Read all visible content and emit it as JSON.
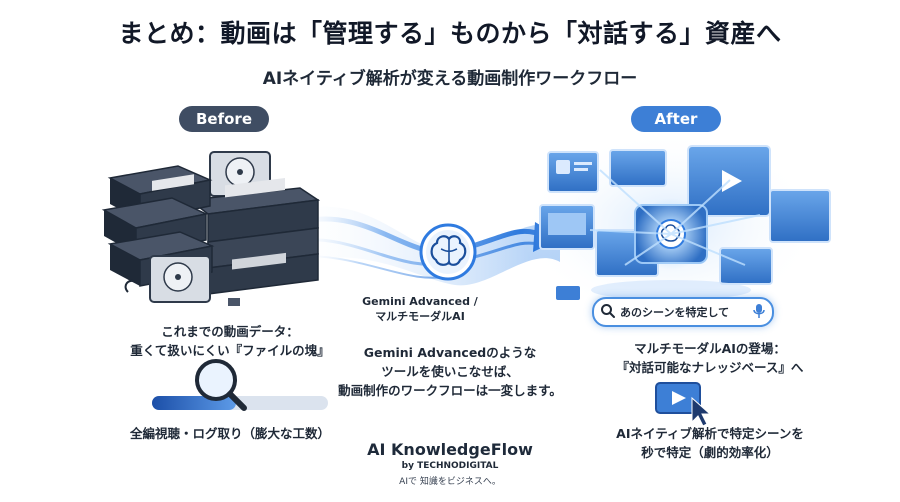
{
  "header": {
    "title": "まとめ：動画は「管理する」ものから「対話する」資産へ",
    "subtitle": "AIネイティブ解析が変える動画制作ワークフロー"
  },
  "before": {
    "label": "Before",
    "caption_lines": [
      "これまでの動画データ：",
      "重くて扱いにくい『ファイルの塊』"
    ],
    "effort_caption": "全編視聴・ログ取り（膨大な工数）"
  },
  "center": {
    "tool_lines": [
      "Gemini Advanced /",
      "マルチモーダルAI"
    ],
    "caption_lines": [
      "Gemini Advancedのような",
      "ツールを使いこなせば、",
      "動画制作のワークフローは一変します。"
    ]
  },
  "after": {
    "label": "After",
    "search_text": "あのシーンを特定して",
    "caption_lines": [
      "マルチモーダルAIの登場：",
      "『対話可能なナレッジベース』へ"
    ],
    "result_caption_lines": [
      "AIネイティブ解析で特定シーンを",
      "秒で特定（劇的効率化）"
    ]
  },
  "brand": {
    "name": "AI KnowledgeFlow",
    "by": "by TECHNODIGITAL",
    "tagline": "AIで 知識をビジネスへ。"
  },
  "icons": {
    "vhs": "vhs-tape-icon",
    "hdd": "hard-disk-icon",
    "magnifier": "magnifier-icon",
    "brain": "brain-icon",
    "play": "play-button-icon",
    "cursor": "cursor-icon",
    "mic": "microphone-icon",
    "search": "search-icon"
  },
  "colors": {
    "before_pill": "#3f4d63",
    "after_pill": "#3d7fd6",
    "flow": "#2f7be0",
    "dark_tape": "#2f3a4a"
  }
}
